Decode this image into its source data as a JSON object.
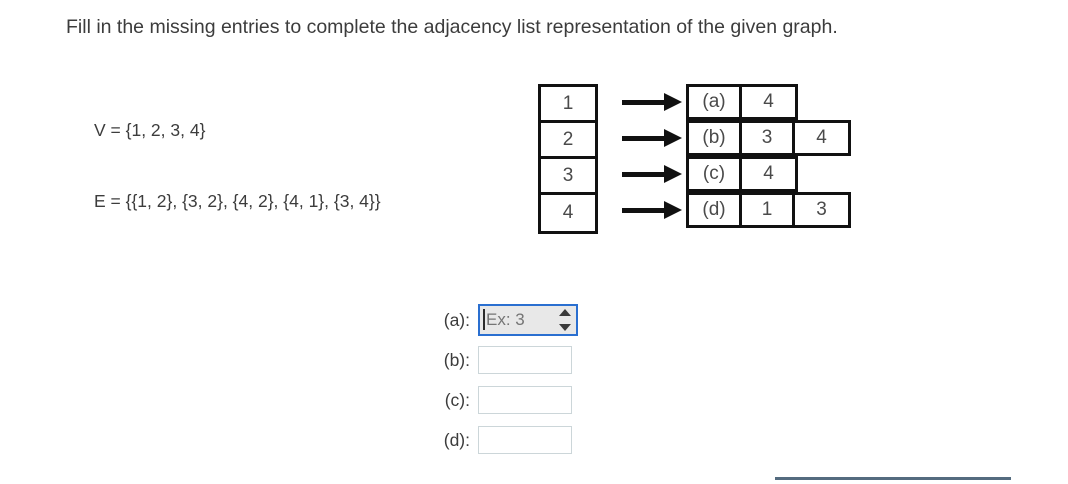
{
  "prompt": "Fill in the missing entries to complete the adjacency list representation of the given graph.",
  "definitions": {
    "vertices": "V = {1, 2, 3, 4}",
    "edges": "E = {{1, 2}, {3, 2}, {4, 2}, {4, 1}, {3, 4}}"
  },
  "diagram": {
    "vertices": [
      "1",
      "2",
      "3",
      "4"
    ],
    "adjacency_rows": [
      {
        "label": "(a)",
        "entries": [
          "4"
        ]
      },
      {
        "label": "(b)",
        "entries": [
          "3",
          "4"
        ]
      },
      {
        "label": "(c)",
        "entries": [
          "4"
        ]
      },
      {
        "label": "(d)",
        "entries": [
          "1",
          "3"
        ]
      }
    ]
  },
  "answers": {
    "fields": [
      {
        "label": "(a):",
        "value": "",
        "placeholder": "Ex: 3",
        "focused": true
      },
      {
        "label": "(b):",
        "value": "",
        "placeholder": "",
        "focused": false
      },
      {
        "label": "(c):",
        "value": "",
        "placeholder": "",
        "focused": false
      },
      {
        "label": "(d):",
        "value": "",
        "placeholder": "",
        "focused": false
      }
    ]
  },
  "colors": {
    "focus_border": "#2a6fd0",
    "input_border": "#ccd6d9",
    "diagram_stroke": "#111111",
    "text": "#3c3c3c",
    "bottom_edge": "#546b7f"
  }
}
